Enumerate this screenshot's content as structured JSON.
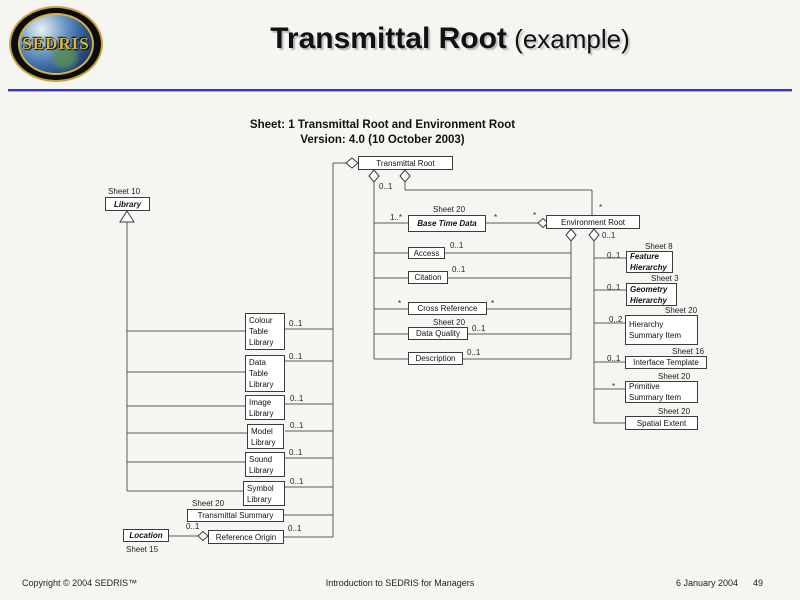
{
  "slide": {
    "logo_text": "SEDRIS",
    "title": "Transmittal Root",
    "title_suffix": " (example)",
    "subtitle_line1": "Sheet: 1  Transmittal Root and Environment Root",
    "subtitle_line2": "Version: 4.0 (10 October 2003)",
    "accent_color": "#3333cc",
    "footer": {
      "copyright": "Copyright © 2004 SEDRIS™",
      "center": "Introduction to SEDRIS for Managers",
      "date": "6 January 2004",
      "page": "49"
    }
  },
  "diagram": {
    "nodes": {
      "transmittal_root": {
        "label": "Transmittal Root"
      },
      "environment_root": {
        "label": "Environment Root"
      },
      "base_time_data": {
        "label": "Base Time Data",
        "sheet": "Sheet 20"
      },
      "access": {
        "label": "Access"
      },
      "citation": {
        "label": "Citation"
      },
      "cross_reference": {
        "label": "Cross Reference"
      },
      "data_quality": {
        "label": "Data Quality",
        "sheet": "Sheet 20"
      },
      "description": {
        "label": "Description"
      },
      "library": {
        "label": "Library",
        "sheet": "Sheet 10"
      },
      "colour_table_library": {
        "label": "Colour\nTable\nLibrary"
      },
      "data_table_library": {
        "label": "Data\nTable\nLibrary"
      },
      "image_library": {
        "label": "Image\nLibrary"
      },
      "model_library": {
        "label": "Model\nLibrary"
      },
      "sound_library": {
        "label": "Sound\nLibrary"
      },
      "symbol_library": {
        "label": "Symbol\nLibrary"
      },
      "transmittal_summary": {
        "label": "Transmittal Summary",
        "sheet": "Sheet 20"
      },
      "reference_origin": {
        "label": "Reference Origin"
      },
      "location": {
        "label": "Location",
        "sheet": "Sheet 15"
      },
      "feature_hierarchy": {
        "label": "Feature\nHierarchy",
        "sheet": "Sheet 8"
      },
      "geometry_hierarchy": {
        "label": "Geometry\nHierarchy",
        "sheet": "Sheet 3"
      },
      "hierarchy_summary_item": {
        "label": "Hierarchy\nSummary Item",
        "sheet": "Sheet 20"
      },
      "interface_template": {
        "label": "Interface Template",
        "sheet": "Sheet 16"
      },
      "primitive_summary_item": {
        "label": "Primitive\nSummary Item",
        "sheet": "Sheet 20"
      },
      "spatial_extent": {
        "label": "Spatial Extent",
        "sheet": "Sheet 20"
      }
    },
    "multiplicities": {
      "tr_trunk": "0..1",
      "er_top": "*",
      "btd_left": "1..*",
      "btd_right": "*",
      "btd_er": "*",
      "access": "0..1",
      "citation": "0..1",
      "crossref_left": "*",
      "crossref_right": "*",
      "data_quality": "0..1",
      "description": "0..1",
      "er_diamond": "0..1",
      "feature_hierarchy": "0..1",
      "geometry_hierarchy": "0..1",
      "hierarchy_summary_item": "0..2",
      "interface_template": "0..1",
      "primitive_summary_item": "*",
      "colour_table_library": "0..1",
      "data_table_library": "0..1",
      "image_library": "0..1",
      "model_library": "0..1",
      "sound_library": "0..1",
      "symbol_library": "0..1",
      "reference_origin": "0..1",
      "location": "0..1"
    }
  }
}
